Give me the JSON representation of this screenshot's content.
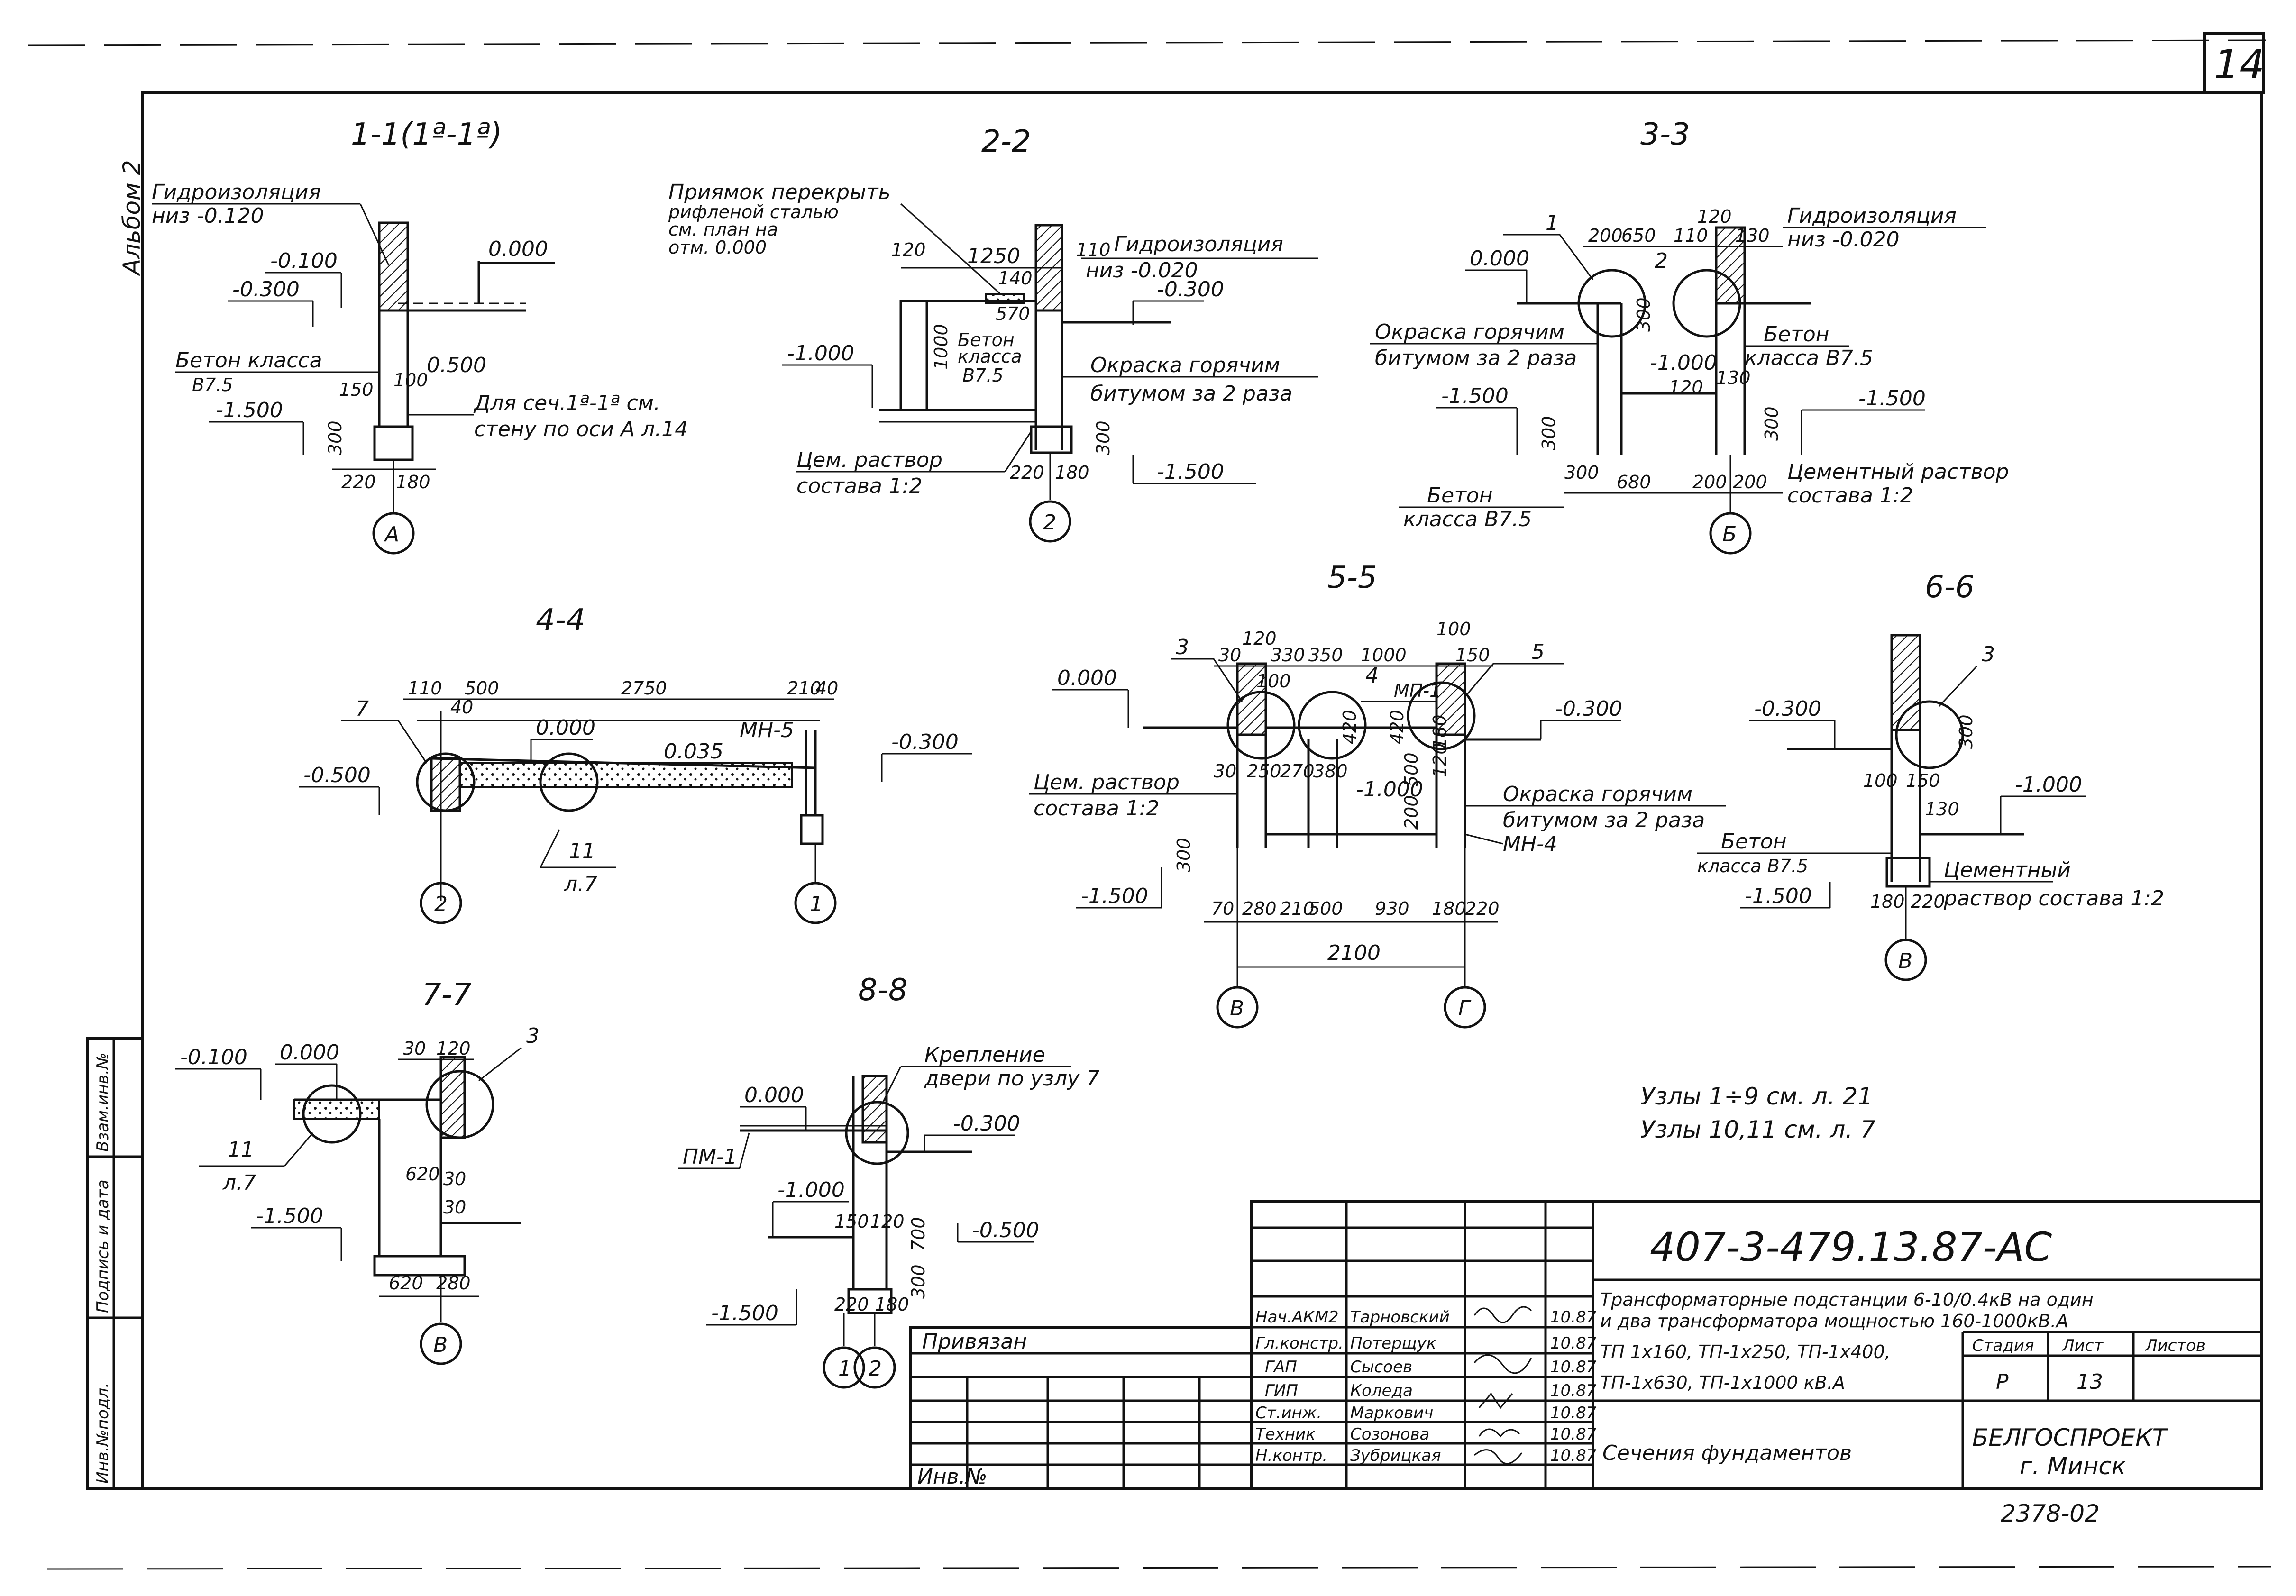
{
  "sheet_number": "14",
  "album": "Альбом 2",
  "side_stamp": [
    "Инв.№подл.",
    "Подпись и дата",
    "Взам.инв.№"
  ],
  "sections": {
    "s1": {
      "title": "1-1(1ª-1ª)",
      "labels": [
        "Гидроизоляция",
        "низ -0.120",
        "-0.100",
        "-0.300",
        "0.000",
        "Бетон класса",
        "В7.5",
        "-1.500",
        "0.500",
        "Для сеч.1ª-1ª см.",
        "стену по оси А л.14",
        "150",
        "100",
        "300",
        "220",
        "180"
      ],
      "axis": "А"
    },
    "s2": {
      "title": "2-2",
      "labels": [
        "Приямок перекрыть",
        "рифленой сталью",
        "см. план на",
        "отм. 0.000",
        "120",
        "1250",
        "110",
        "140",
        "570",
        "Гидроизоляция",
        "низ -0.020",
        "-0.300",
        "-1.000",
        "1000",
        "Бетон",
        "класса",
        "В7.5",
        "Окраска горячим",
        "битумом за 2 раза",
        "Цем. раствор",
        "состава 1:2",
        "220",
        "180",
        "300",
        "-1.500"
      ],
      "axis": "2"
    },
    "s3": {
      "title": "3-3",
      "labels": [
        "1",
        "0.000",
        "200",
        "650",
        "110",
        "120",
        "130",
        "Гидроизоляция",
        "низ -0.020",
        "2",
        "300",
        "Окраска горячим",
        "битумом за 2 раза",
        "Бетон",
        "класса В7.5",
        "-1.000",
        "120",
        "130",
        "-1.500",
        "-1.500",
        "300",
        "300",
        "300",
        "680",
        "200",
        "200",
        "Цементный раствор",
        "состава 1:2",
        "Бетон",
        "класса В7.5"
      ],
      "axis": "Б"
    },
    "s4": {
      "title": "4-4",
      "labels": [
        "7",
        "110",
        "500",
        "2750",
        "210",
        "40",
        "40",
        "0.000",
        "0.035",
        "МН-5",
        "-0.300",
        "-0.500",
        "11",
        "л.7"
      ],
      "axes": [
        "2",
        "1"
      ]
    },
    "s5": {
      "title": "5-5",
      "labels": [
        "0.000",
        "3",
        "30",
        "120",
        "330",
        "350",
        "1000",
        "100",
        "150",
        "5",
        "100",
        "4",
        "МП-1",
        "-0.300",
        "Цем. раствор",
        "состава 1:2",
        "30",
        "250",
        "270",
        "380",
        "-1.000",
        "200",
        "500",
        "120",
        "180",
        "Окраска горячим",
        "битумом за 2 раза",
        "МН-4",
        "300",
        "-1.500",
        "70",
        "280",
        "210",
        "500",
        "930",
        "180",
        "220",
        "2100",
        "420",
        "420"
      ],
      "axes": [
        "В",
        "Г"
      ]
    },
    "s6": {
      "title": "6-6",
      "labels": [
        "3",
        "-0.300",
        "300",
        "100",
        "150",
        "130",
        "-1.000",
        "Бетон",
        "класса В7.5",
        "Цементный",
        "раствор состава 1:2",
        "-1.500",
        "180",
        "220"
      ],
      "axis": "В"
    },
    "s7": {
      "title": "7-7",
      "labels": [
        "-0.100",
        "0.000",
        "30",
        "120",
        "3",
        "11",
        "л.7",
        "-1.500",
        "620",
        "30",
        "30",
        "620",
        "280"
      ],
      "axis": "В"
    },
    "s8": {
      "title": "8-8",
      "labels": [
        "Крепление",
        "двери по узлу 7",
        "0.000",
        "-0.300",
        "ПМ-1",
        "-1.000",
        "150",
        "120",
        "700",
        "-0.500",
        "300",
        "-1.500",
        "220",
        "180"
      ],
      "axes": [
        "1",
        "2"
      ]
    }
  },
  "notes": [
    "Узлы 1÷9 см. л. 21",
    "Узлы 10,11 см. л. 7"
  ],
  "stamp": {
    "doc_code": "407-3-479.13.87-АС",
    "project_title": [
      "Трансформаторные подстанции 6-10/0.4кВ на один",
      "и два трансформатора мощностью 160-1000кВ.А"
    ],
    "sheet_title": [
      "ТП 1х160, ТП-1х250, ТП-1х400,",
      "ТП-1х630, ТП-1х1000 кВ.А"
    ],
    "drawing_title": "Сечения фундаментов",
    "org": [
      "БЕЛГОСПРОЕКТ",
      "г. Минск"
    ],
    "stage_head": "Стадия",
    "sheet_head": "Лист",
    "sheets_head": "Листов",
    "stage": "Р",
    "sheet": "13",
    "tied": "Привязан",
    "inv": "Инв.№",
    "people": [
      {
        "role": "Нач.АКМ2",
        "name": "Тарновский",
        "date": "10.87"
      },
      {
        "role": "Гл.констр.",
        "name": "Потерщук",
        "date": "10.87"
      },
      {
        "role": "ГАП",
        "name": "Сысоев",
        "date": "10.87"
      },
      {
        "role": "ГИП",
        "name": "Коледа",
        "date": "10.87"
      },
      {
        "role": "Ст.инж.",
        "name": "Маркович",
        "date": "10.87"
      },
      {
        "role": "Техник",
        "name": "Созонова",
        "date": "10.87"
      },
      {
        "role": "Н.контр.",
        "name": "Зубрицкая",
        "date": "10.87"
      }
    ],
    "archive_no": "2378-02"
  }
}
